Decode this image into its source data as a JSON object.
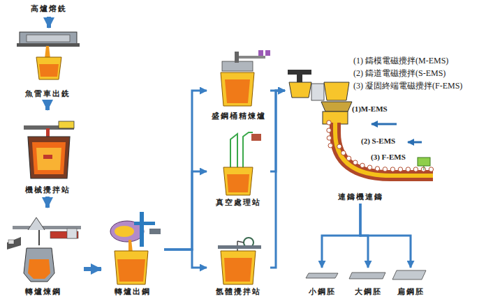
{
  "diagram": {
    "nodes": [
      {
        "text": [
          "高爐熔銑"
        ]
      },
      {
        "text": [
          "魚雷車出銑"
        ]
      },
      {
        "text": [
          "機械攪拌站"
        ]
      },
      {
        "text": [
          "轉爐煉鋼"
        ]
      },
      {
        "text": [
          "轉爐出鋼"
        ]
      },
      {
        "text": [
          "盛鋼桶精煉爐"
        ]
      },
      {
        "text": [
          "真空處理站"
        ]
      },
      {
        "text": [
          "氬體攪拌站"
        ]
      },
      {
        "text": [
          "連鑄機連鑄"
        ]
      },
      {
        "text": [
          "小鋼胚"
        ]
      },
      {
        "text": [
          "大鋼胚"
        ]
      },
      {
        "text": [
          "扁鋼胚"
        ]
      }
    ],
    "edges": [
      {
        "from": 0,
        "to": 1,
        "arrow": "to"
      },
      {
        "from": 1,
        "to": 2,
        "arrow": "to"
      },
      {
        "from": 2,
        "to": 3,
        "arrow": "to"
      },
      {
        "from": 3,
        "to": 4,
        "arrow": "to"
      },
      {
        "from": 4,
        "to": 5,
        "arrow": "to"
      },
      {
        "from": 4,
        "to": 6,
        "arrow": "to"
      },
      {
        "from": 4,
        "to": 7,
        "arrow": "to"
      },
      {
        "from": 5,
        "to": 8,
        "arrow": "to"
      },
      {
        "from": 6,
        "to": 8,
        "arrow": "to"
      },
      {
        "from": 7,
        "to": 8,
        "arrow": "to"
      },
      {
        "from": 8,
        "to": 9,
        "arrow": "to"
      },
      {
        "from": 8,
        "to": 10,
        "arrow": "to"
      },
      {
        "from": 8,
        "to": 11,
        "arrow": "to"
      }
    ],
    "labels": [
      "(1) 鑄模電磁攪拌(M-EMS)",
      "(2) 鑄道電磁攪拌(S-EMS)",
      "(3) 凝固終端電磁攪拌(F-EMS)",
      "(1)M-EMS",
      "(2) S-EMS",
      "(3) F-EMS"
    ]
  }
}
